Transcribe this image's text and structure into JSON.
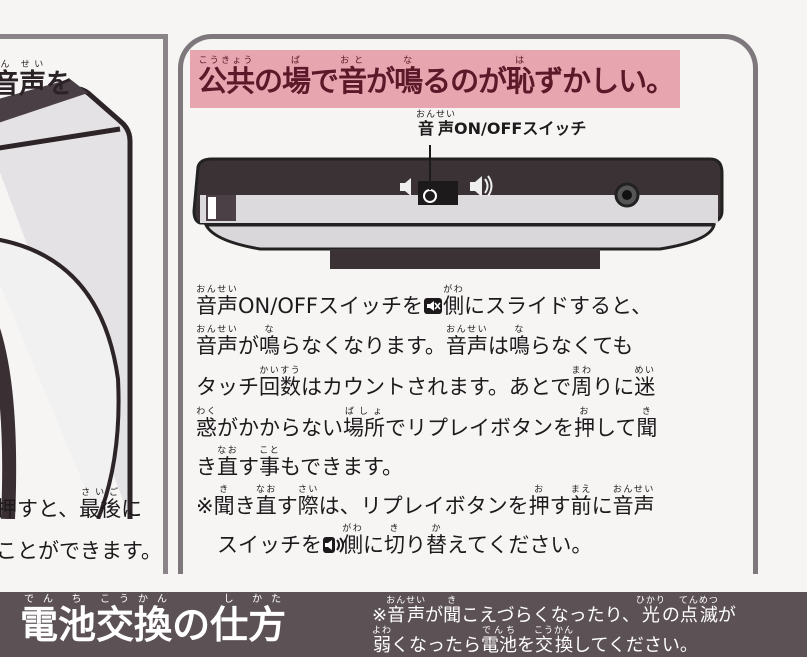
{
  "colors": {
    "title_band": "#e7a5b0",
    "title_text": "#5b1828",
    "bottom_band": "#5c5256",
    "panel_border": "#7e787c"
  },
  "left_panel": {
    "heading": [
      [
        "音",
        "ん"
      ],
      [
        "声",
        "せい"
      ],
      [
        "を",
        ""
      ]
    ],
    "lines": [
      [
        [
          "押すと、",
          ""
        ],
        [
          "最後",
          "さいご"
        ],
        [
          "に",
          ""
        ]
      ],
      [
        [
          "ことができます。",
          ""
        ]
      ]
    ]
  },
  "right_panel": {
    "title": [
      [
        "公共",
        "こうきょう"
      ],
      [
        "の",
        ""
      ],
      [
        "場",
        "ば"
      ],
      [
        "で",
        ""
      ],
      [
        "音",
        "おと"
      ],
      [
        "が",
        ""
      ],
      [
        "鳴",
        "な"
      ],
      [
        "るのが",
        ""
      ],
      [
        "恥",
        "は"
      ],
      [
        "ずかしい。",
        ""
      ]
    ],
    "switch_label": [
      [
        "音声",
        "おんせい"
      ],
      [
        "ON/OFFスイッチ",
        ""
      ]
    ],
    "body_lines": [
      [
        [
          "音声",
          "おんせい"
        ],
        [
          "ON/OFFスイッチを",
          ""
        ],
        {
          "icon": "speaker-mute-icon"
        },
        [
          "側",
          "がわ"
        ],
        [
          "にスライドすると、",
          ""
        ]
      ],
      [
        [
          "音声",
          "おんせい"
        ],
        [
          "が",
          ""
        ],
        [
          "鳴",
          "な"
        ],
        [
          "らなくなります。",
          ""
        ],
        [
          "音声",
          "おんせい"
        ],
        [
          "は",
          ""
        ],
        [
          "鳴",
          "な"
        ],
        [
          "らなくても",
          ""
        ]
      ],
      [
        [
          "タッチ",
          ""
        ],
        [
          "回数",
          "かいすう"
        ],
        [
          "はカウントされます。あとで",
          ""
        ],
        [
          "周",
          "まわ"
        ],
        [
          "りに",
          ""
        ],
        [
          "迷",
          "めい"
        ]
      ],
      [
        [
          "惑",
          "わく"
        ],
        [
          "がかからない",
          ""
        ],
        [
          "場所",
          "ばしょ"
        ],
        [
          "でリプレイボタンを",
          ""
        ],
        [
          "押",
          "お"
        ],
        [
          "して",
          ""
        ],
        [
          "聞",
          "き"
        ]
      ],
      [
        [
          "き",
          ""
        ],
        [
          "直",
          "なお"
        ],
        [
          "す",
          ""
        ],
        [
          "事",
          "こと"
        ],
        [
          "もできます。",
          ""
        ]
      ],
      [
        [
          "※",
          ""
        ],
        [
          "聞",
          "き"
        ],
        [
          "き",
          ""
        ],
        [
          "直",
          "なお"
        ],
        [
          "す",
          ""
        ],
        [
          "際",
          "さい"
        ],
        [
          "は、リプレイボタンを",
          ""
        ],
        [
          "押",
          "お"
        ],
        [
          "す",
          ""
        ],
        [
          "前",
          "まえ"
        ],
        [
          "に",
          ""
        ],
        [
          "音声",
          "おんせい"
        ]
      ],
      [
        [
          "　スイッチを",
          ""
        ],
        {
          "icon": "speaker-on-icon"
        },
        [
          "側",
          "がわ"
        ],
        [
          "に",
          ""
        ],
        [
          "切",
          "き"
        ],
        [
          "り",
          ""
        ],
        [
          "替",
          "か"
        ],
        [
          "えてください。",
          ""
        ]
      ]
    ]
  },
  "bottom": {
    "title": [
      [
        "電",
        "でん"
      ],
      [
        "池",
        "ち"
      ],
      [
        "交",
        "こう"
      ],
      [
        "換",
        "かん"
      ],
      [
        "の",
        ""
      ],
      [
        "仕",
        "し"
      ],
      [
        "方",
        "かた"
      ]
    ],
    "note_lines": [
      [
        [
          "※",
          ""
        ],
        [
          "音声",
          "おんせい"
        ],
        [
          "が",
          ""
        ],
        [
          "聞",
          "き"
        ],
        [
          "こえづらくなったり、",
          ""
        ],
        [
          "光",
          "ひかり"
        ],
        [
          "の",
          ""
        ],
        [
          "点滅",
          "てんめつ"
        ],
        [
          "が",
          ""
        ]
      ],
      [
        [
          "弱",
          "よわ"
        ],
        [
          "くなったら",
          ""
        ],
        [
          "電池",
          "でんち"
        ],
        [
          "を",
          ""
        ],
        [
          "交換",
          "こうかん"
        ],
        [
          "してください。",
          ""
        ]
      ]
    ]
  }
}
